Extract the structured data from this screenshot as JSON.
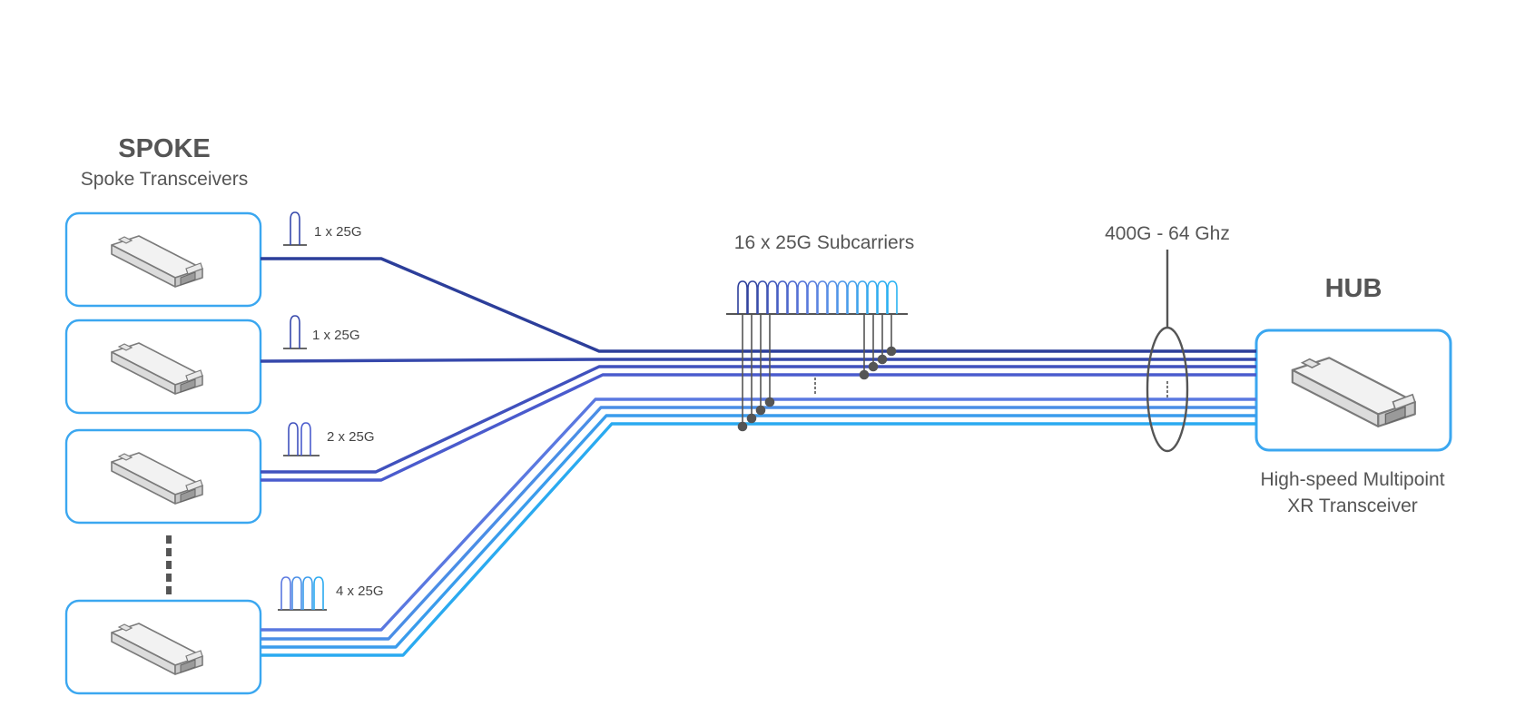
{
  "spoke": {
    "title": "SPOKE",
    "subtitle": "Spoke Transceivers",
    "channel_labels": [
      "1 x 25G",
      "1 x 25G",
      "2 x 25G",
      "4 x 25G"
    ]
  },
  "hub": {
    "title": "HUB",
    "description": "High-speed Multipoint XR Transceiver"
  },
  "subcarriers": {
    "label": "16 x 25G Subcarriers"
  },
  "bandwidth": {
    "label": "400G - 64 Ghz"
  },
  "colors": {
    "box_border": "#3ba7f0",
    "dark_blue": "#2c3e9a",
    "mid_blue": "#4a63d4",
    "light_blue": "#5a9be8",
    "cyan_blue": "#2aaaf0",
    "module_fill": "#e8e8e8",
    "module_stroke": "#7a7a7a",
    "text": "#555555",
    "ellipse": "#555555"
  },
  "icons": {
    "spoke_module": "transceiver-module-icon",
    "hub_module": "transceiver-module-icon",
    "spectrum_pulse": "spectrum-pulse-icon",
    "vertical_ellipsis": "vertical-ellipsis-icon"
  }
}
